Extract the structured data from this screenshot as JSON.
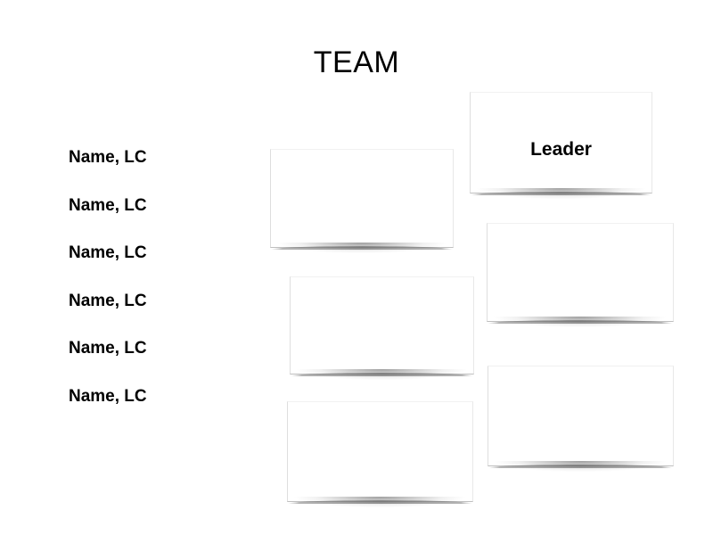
{
  "slide": {
    "title": "TEAM",
    "background_color": "#ffffff",
    "text_color": "#000000"
  },
  "roster": {
    "members": [
      {
        "label": "Name, LC"
      },
      {
        "label": "Name, LC"
      },
      {
        "label": "Name, LC"
      },
      {
        "label": "Name, LC"
      },
      {
        "label": "Name, LC"
      },
      {
        "label": "Name, LC"
      }
    ]
  },
  "cards": {
    "leader": {
      "label": "Leader",
      "fill_color": "#ffffff",
      "border_color": "#dedede"
    },
    "members": [
      {
        "label": ""
      },
      {
        "label": ""
      },
      {
        "label": ""
      },
      {
        "label": ""
      },
      {
        "label": ""
      }
    ]
  }
}
